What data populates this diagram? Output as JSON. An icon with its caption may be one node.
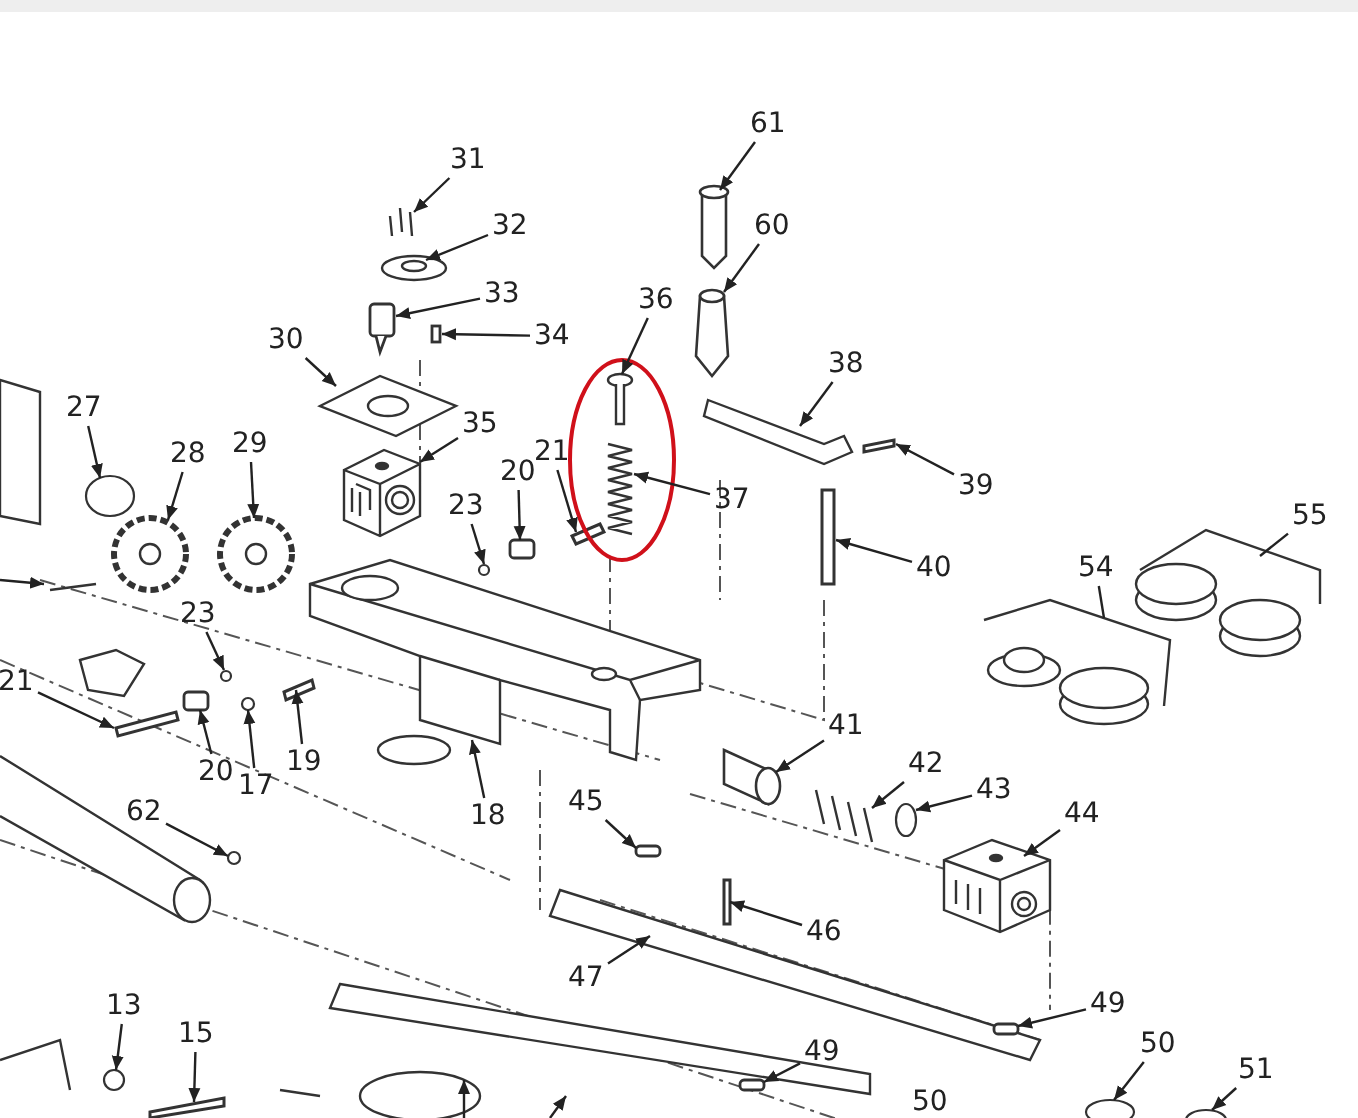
{
  "diagram": {
    "nodes": [
      {
        "text": [
          "61"
        ]
      },
      {
        "text": [
          "31"
        ]
      },
      {
        "text": [
          "60"
        ]
      },
      {
        "text": [
          "32"
        ]
      },
      {
        "text": [
          "33"
        ]
      },
      {
        "text": [
          "36"
        ]
      },
      {
        "text": [
          "34"
        ]
      },
      {
        "text": [
          "30"
        ]
      },
      {
        "text": [
          "38"
        ]
      },
      {
        "text": [
          "27"
        ]
      },
      {
        "text": [
          "35"
        ]
      },
      {
        "text": [
          "29"
        ]
      },
      {
        "text": [
          "28"
        ]
      },
      {
        "text": [
          "21"
        ]
      },
      {
        "text": [
          "20"
        ]
      },
      {
        "text": [
          "23"
        ]
      },
      {
        "text": [
          "39"
        ]
      },
      {
        "text": [
          "37"
        ]
      },
      {
        "text": [
          "55"
        ]
      },
      {
        "text": [
          "40"
        ]
      },
      {
        "text": [
          "54"
        ]
      },
      {
        "text": [
          "23"
        ]
      },
      {
        "text": [
          "21"
        ]
      },
      {
        "text": [
          "41"
        ]
      },
      {
        "text": [
          "19"
        ]
      },
      {
        "text": [
          "42"
        ]
      },
      {
        "text": [
          "20"
        ]
      },
      {
        "text": [
          "17"
        ]
      },
      {
        "text": [
          "43"
        ]
      },
      {
        "text": [
          "45"
        ]
      },
      {
        "text": [
          "18"
        ]
      },
      {
        "text": [
          "62"
        ]
      },
      {
        "text": [
          "44"
        ]
      },
      {
        "text": [
          "46"
        ]
      },
      {
        "text": [
          "47"
        ]
      },
      {
        "text": [
          "49"
        ]
      },
      {
        "text": [
          "13"
        ]
      },
      {
        "text": [
          "15"
        ]
      },
      {
        "text": [
          "50"
        ]
      },
      {
        "text": [
          "49"
        ]
      },
      {
        "text": [
          "51"
        ]
      },
      {
        "text": [
          "50"
        ]
      },
      {
        "text": [],
        "shape": "cylinder"
      },
      {
        "text": [],
        "shape": "picture"
      },
      {
        "text": [],
        "shape": "cylinder"
      },
      {
        "text": [],
        "shape": "picture"
      },
      {
        "text": [],
        "shape": "box"
      },
      {
        "text": [],
        "shape": "picture"
      },
      {
        "text": [],
        "shape": "box"
      },
      {
        "text": [],
        "shape": "picture"
      },
      {
        "text": [],
        "shape": "picture"
      },
      {
        "text": [],
        "shape": "circle"
      },
      {
        "text": [],
        "shape": "picture"
      },
      {
        "text": [],
        "shape": "picture"
      },
      {
        "text": [],
        "shape": "picture"
      },
      {
        "text": [],
        "shape": "bar"
      },
      {
        "text": [],
        "shape": "box"
      },
      {
        "text": [],
        "shape": "circle"
      },
      {
        "text": [],
        "shape": "bar"
      },
      {
        "text": [],
        "shape": "picture"
      },
      {
        "text": [],
        "shape": "picture"
      },
      {
        "text": [],
        "shape": "bar"
      },
      {
        "text": [],
        "shape": "picture"
      },
      {
        "text": [],
        "shape": "circle"
      },
      {
        "text": [],
        "shape": "bar"
      },
      {
        "text": [],
        "shape": "cylinder"
      },
      {
        "text": [],
        "shape": "bar"
      },
      {
        "text": [],
        "shape": "picture"
      },
      {
        "text": [],
        "shape": "box"
      },
      {
        "text": [],
        "shape": "circle"
      },
      {
        "text": [],
        "shape": "circle"
      },
      {
        "text": [],
        "shape": "box"
      },
      {
        "text": [],
        "shape": "picture"
      },
      {
        "text": [],
        "shape": "circle"
      },
      {
        "text": [],
        "shape": "picture"
      },
      {
        "text": [],
        "shape": "bar"
      },
      {
        "text": [],
        "shape": "picture"
      },
      {
        "text": [],
        "shape": "box"
      },
      {
        "text": [],
        "shape": "circle"
      },
      {
        "text": [],
        "shape": "bar"
      },
      {
        "text": [],
        "shape": "circle"
      },
      {
        "text": [],
        "shape": "box"
      },
      {
        "text": [],
        "shape": "circle"
      }
    ],
    "edges": [
      {
        "from": 0,
        "to": 42,
        "arrow": "to"
      },
      {
        "from": 1,
        "to": 43,
        "arrow": "to"
      },
      {
        "from": 2,
        "to": 44,
        "arrow": "to"
      },
      {
        "from": 3,
        "to": 45,
        "arrow": "to"
      },
      {
        "from": 4,
        "to": 46,
        "arrow": "to"
      },
      {
        "from": 5,
        "to": 47,
        "arrow": "to"
      },
      {
        "from": 6,
        "to": 48,
        "arrow": "to"
      },
      {
        "from": 7,
        "to": 49,
        "arrow": "to"
      },
      {
        "from": 8,
        "to": 50,
        "arrow": "to"
      },
      {
        "from": 9,
        "to": 51,
        "arrow": "to"
      },
      {
        "from": 10,
        "to": 52,
        "arrow": "to"
      },
      {
        "from": 11,
        "to": 53,
        "arrow": "to"
      },
      {
        "from": 12,
        "to": 54,
        "arrow": "to"
      },
      {
        "from": 13,
        "to": 55,
        "arrow": "to"
      },
      {
        "from": 14,
        "to": 56,
        "arrow": "to"
      },
      {
        "from": 15,
        "to": 57,
        "arrow": "to"
      },
      {
        "from": 16,
        "to": 58,
        "arrow": "to"
      },
      {
        "from": 17,
        "to": 59,
        "arrow": "to"
      },
      {
        "from": 18,
        "to": 60,
        "arrow": "none"
      },
      {
        "from": 19,
        "to": 61,
        "arrow": "to"
      },
      {
        "from": 20,
        "to": 62,
        "arrow": "none"
      },
      {
        "from": 21,
        "to": 63,
        "arrow": "to"
      },
      {
        "from": 22,
        "to": 64,
        "arrow": "to"
      },
      {
        "from": 23,
        "to": 65,
        "arrow": "to"
      },
      {
        "from": 24,
        "to": 66,
        "arrow": "to"
      },
      {
        "from": 25,
        "to": 67,
        "arrow": "to"
      },
      {
        "from": 26,
        "to": 68,
        "arrow": "to"
      },
      {
        "from": 27,
        "to": 69,
        "arrow": "to"
      },
      {
        "from": 28,
        "to": 70,
        "arrow": "to"
      },
      {
        "from": 29,
        "to": 71,
        "arrow": "to"
      },
      {
        "from": 30,
        "to": 72,
        "arrow": "to"
      },
      {
        "from": 31,
        "to": 73,
        "arrow": "to"
      },
      {
        "from": 32,
        "to": 74,
        "arrow": "to"
      },
      {
        "from": 33,
        "to": 75,
        "arrow": "to"
      },
      {
        "from": 34,
        "to": 76,
        "arrow": "to"
      },
      {
        "from": 35,
        "to": 77,
        "arrow": "to"
      },
      {
        "from": 36,
        "to": 78,
        "arrow": "to"
      },
      {
        "from": 37,
        "to": 79,
        "arrow": "to"
      },
      {
        "from": 38,
        "to": 80,
        "arrow": "to"
      },
      {
        "from": 39,
        "to": 81,
        "arrow": "to"
      },
      {
        "from": 40,
        "to": 82,
        "arrow": "to"
      }
    ]
  }
}
